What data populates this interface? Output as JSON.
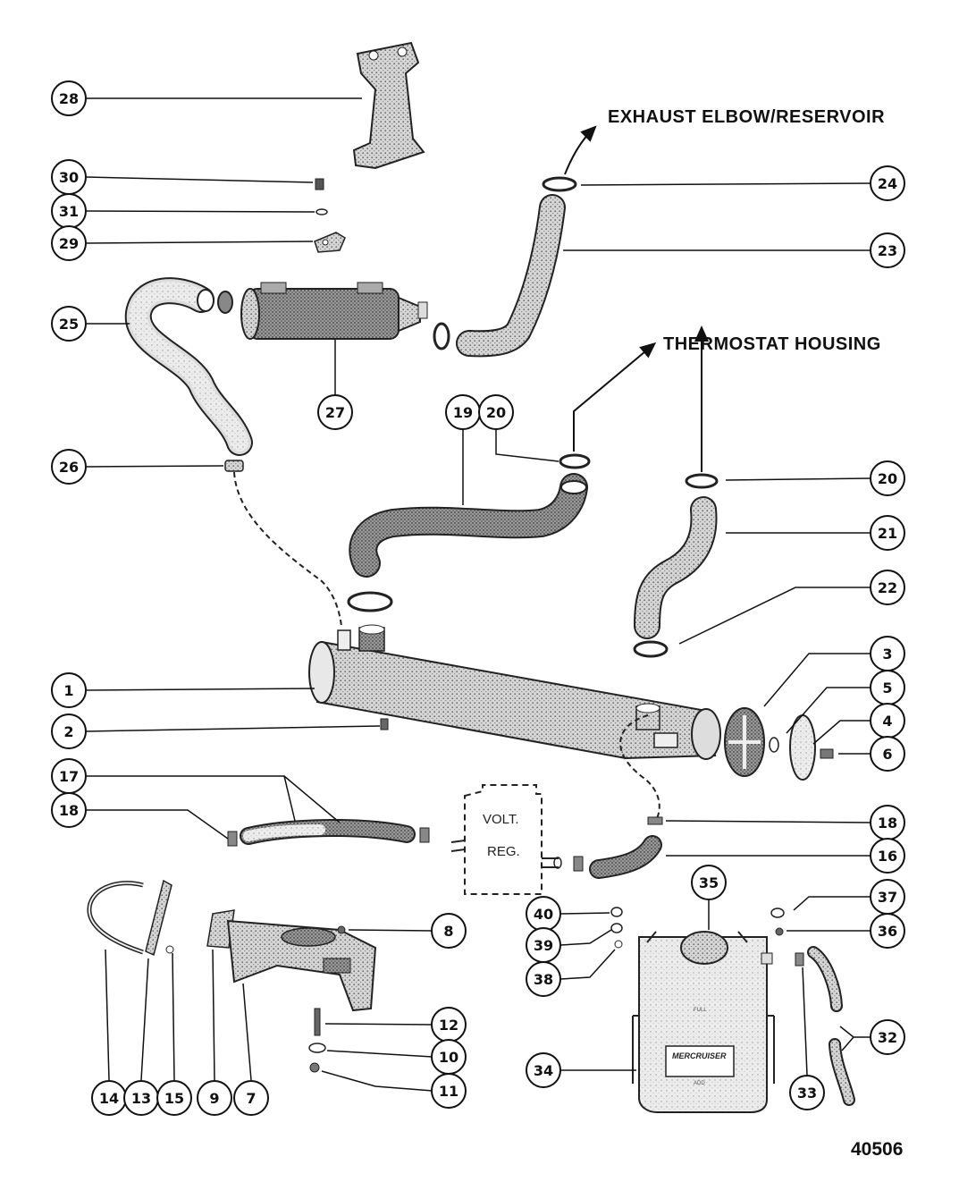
{
  "labels": {
    "exhaust_elbow": "EXHAUST ELBOW/RESERVOIR",
    "thermostat_housing": "THERMOSTAT HOUSING",
    "volt_reg_line1": "VOLT.",
    "volt_reg_line2": "REG.",
    "figure_number": "40506",
    "reservoir_brand": "MERCRUISER",
    "reservoir_small_top": "FULL",
    "reservoir_small_bottom": "ADD"
  },
  "callouts": [
    {
      "id": "c28",
      "number": "28"
    },
    {
      "id": "c30",
      "number": "30"
    },
    {
      "id": "c31",
      "number": "31"
    },
    {
      "id": "c29",
      "number": "29"
    },
    {
      "id": "c25",
      "number": "25"
    },
    {
      "id": "c27",
      "number": "27"
    },
    {
      "id": "c24",
      "number": "24"
    },
    {
      "id": "c23",
      "number": "23"
    },
    {
      "id": "c19",
      "number": "19"
    },
    {
      "id": "c20a",
      "number": "20"
    },
    {
      "id": "c26",
      "number": "26"
    },
    {
      "id": "c20b",
      "number": "20"
    },
    {
      "id": "c21",
      "number": "21"
    },
    {
      "id": "c22",
      "number": "22"
    },
    {
      "id": "c3",
      "number": "3"
    },
    {
      "id": "c5",
      "number": "5"
    },
    {
      "id": "c4",
      "number": "4"
    },
    {
      "id": "c6",
      "number": "6"
    },
    {
      "id": "c1",
      "number": "1"
    },
    {
      "id": "c2",
      "number": "2"
    },
    {
      "id": "c17",
      "number": "17"
    },
    {
      "id": "c18a",
      "number": "18"
    },
    {
      "id": "c18b",
      "number": "18"
    },
    {
      "id": "c16",
      "number": "16"
    },
    {
      "id": "c35",
      "number": "35"
    },
    {
      "id": "c37",
      "number": "37"
    },
    {
      "id": "c36",
      "number": "36"
    },
    {
      "id": "c40",
      "number": "40"
    },
    {
      "id": "c39",
      "number": "39"
    },
    {
      "id": "c38",
      "number": "38"
    },
    {
      "id": "c8",
      "number": "8"
    },
    {
      "id": "c12",
      "number": "12"
    },
    {
      "id": "c10",
      "number": "10"
    },
    {
      "id": "c11",
      "number": "11"
    },
    {
      "id": "c32",
      "number": "32"
    },
    {
      "id": "c34",
      "number": "34"
    },
    {
      "id": "c33",
      "number": "33"
    },
    {
      "id": "c14",
      "number": "14"
    },
    {
      "id": "c13",
      "number": "13"
    },
    {
      "id": "c15",
      "number": "15"
    },
    {
      "id": "c9",
      "number": "9"
    },
    {
      "id": "c7",
      "number": "7"
    }
  ]
}
